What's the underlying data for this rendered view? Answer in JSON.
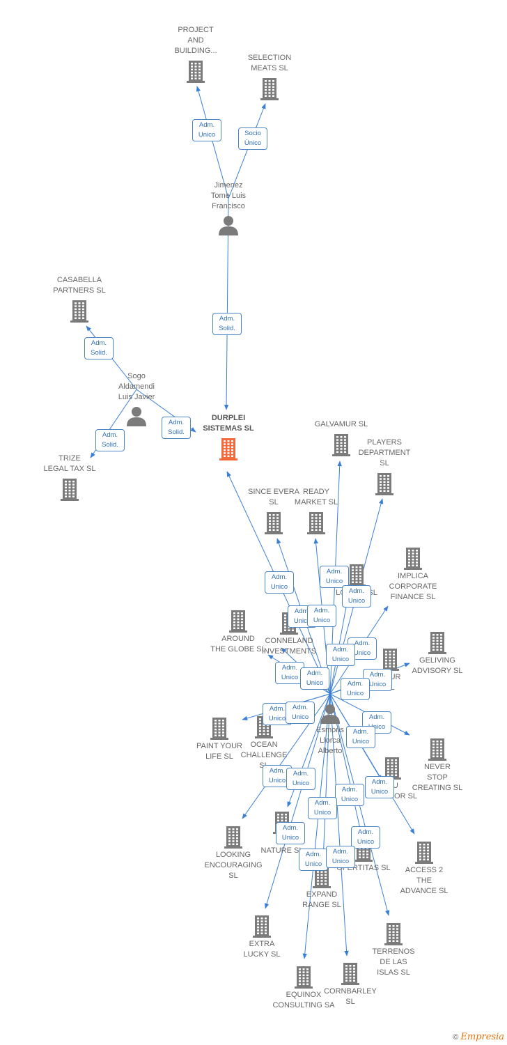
{
  "colors": {
    "line": "#3a7fd5",
    "building": "#7b7b7b",
    "building_main": "#f26a3b",
    "person": "#7b7b7b"
  },
  "footer": {
    "copyright": "©",
    "brand": "Empresia"
  },
  "nodes": [
    {
      "id": "project",
      "type": "company",
      "label": "PROJECT\nAND\nBUILDING..."
    },
    {
      "id": "selection",
      "type": "company",
      "label": "SELECTION\nMEATS  SL"
    },
    {
      "id": "jimenez",
      "type": "person",
      "label": "Jimenez\nTome Luis\nFrancisco"
    },
    {
      "id": "casabella",
      "type": "company",
      "label": "CASABELLA\nPARTNERS  SL"
    },
    {
      "id": "sogo",
      "type": "person",
      "label": "Sogo\nAldamendi\nLuis Javier"
    },
    {
      "id": "durplei",
      "type": "company",
      "main": true,
      "label": "DURPLEI\nSISTEMAS  SL"
    },
    {
      "id": "trize",
      "type": "company",
      "label": "TRIZE\nLEGAL TAX  SL"
    },
    {
      "id": "galvamur",
      "type": "company",
      "label": "GALVAMUR  SL"
    },
    {
      "id": "players",
      "type": "company",
      "label": "PLAYERS\nDEPARTMENT\nSL"
    },
    {
      "id": "sinceevera",
      "type": "company",
      "label": "SINCE EVERA\nSL"
    },
    {
      "id": "readymarket",
      "type": "company",
      "label": "READY\nMARKET  SL"
    },
    {
      "id": "implica",
      "type": "company",
      "label": "IMPLICA\nCORPORATE\nFINANCE  SL"
    },
    {
      "id": "followup",
      "type": "company",
      "label": "LOW UP  SL"
    },
    {
      "id": "aroundglobe",
      "type": "company",
      "label": "AROUND\nTHE GLOBE  SL"
    },
    {
      "id": "conneland",
      "type": "company",
      "label": "CONNELAND\nINVESTMENTS"
    },
    {
      "id": "geliving",
      "type": "company",
      "label": "GELIVING\nADVISORY  SL"
    },
    {
      "id": "tour",
      "type": "company",
      "label": "TOUR\nSL"
    },
    {
      "id": "esmoris",
      "type": "person",
      "label": "Esmoris\nLlorca\nAlberto"
    },
    {
      "id": "paintyourlife",
      "type": "company",
      "label": "PAINT YOUR\nLIFE  SL"
    },
    {
      "id": "oceanchallenge",
      "type": "company",
      "label": "OCEAN\nCHALLENGE\nSL"
    },
    {
      "id": "nevercreating",
      "type": "company",
      "label": "NEVER\nSTOP\nCREATING  SL"
    },
    {
      "id": "ganador",
      "type": "company",
      "label": "ITU\nGANADOR SL"
    },
    {
      "id": "looking",
      "type": "company",
      "label": "LOOKING\nENCOURAGING\nSL"
    },
    {
      "id": "nature",
      "type": "company",
      "label": "GL\nNATURE  SL"
    },
    {
      "id": "ofertitas",
      "type": "company",
      "label": "OFERTITAS  SL"
    },
    {
      "id": "access2",
      "type": "company",
      "label": "ACCESS 2\nTHE\nADVANCE  SL"
    },
    {
      "id": "expandrange",
      "type": "company",
      "label": "EXPAND\nRANGE  SL"
    },
    {
      "id": "extralucky",
      "type": "company",
      "label": "EXTRA\nLUCKY  SL"
    },
    {
      "id": "terrenos",
      "type": "company",
      "label": "TERRENOS\nDE LAS\nISLAS  SL"
    },
    {
      "id": "equinox",
      "type": "company",
      "label": "EQUINOX\nCONSULTING SA"
    },
    {
      "id": "cornbarley",
      "type": "company",
      "label": "CORNBARLEY\nSL"
    }
  ],
  "relations": [
    {
      "from": "jimenez",
      "to": "project",
      "role": "Adm.\nUnico"
    },
    {
      "from": "jimenez",
      "to": "selection",
      "role": "Socio\nÚnico"
    },
    {
      "from": "jimenez",
      "to": "durplei",
      "role": "Adm.\nSolid."
    },
    {
      "from": "sogo",
      "to": "casabella",
      "role": "Adm.\nSolid."
    },
    {
      "from": "sogo",
      "to": "durplei",
      "role": "Adm.\nSolid."
    },
    {
      "from": "sogo",
      "to": "trize",
      "role": "Adm.\nSolid."
    },
    {
      "from": "esmoris",
      "to": "durplei",
      "role": "Adm.\nUnico"
    },
    {
      "from": "esmoris",
      "to": "galvamur",
      "role": "Adm.\nUnico"
    },
    {
      "from": "esmoris",
      "to": "players",
      "role": "Adm.\nUnico"
    },
    {
      "from": "esmoris",
      "to": "sinceevera",
      "role": "Adm.\nUnico"
    },
    {
      "from": "esmoris",
      "to": "readymarket",
      "role": "Adm.\nUnico"
    },
    {
      "from": "esmoris",
      "to": "followup",
      "role": "Adm.\nUnico"
    },
    {
      "from": "esmoris",
      "to": "implica",
      "role": "Adm.\nUnico"
    },
    {
      "from": "esmoris",
      "to": "conneland",
      "role": "Adm.\nUnico"
    },
    {
      "from": "esmoris",
      "to": "aroundglobe",
      "role": "Adm.\nUnico"
    },
    {
      "from": "esmoris",
      "to": "geliving",
      "role": "Adm.\nUnico"
    },
    {
      "from": "esmoris",
      "to": "tour",
      "role": "Adm.\nUnico"
    },
    {
      "from": "esmoris",
      "to": "paintyourlife",
      "role": "Adm.\nUnico"
    },
    {
      "from": "esmoris",
      "to": "oceanchallenge",
      "role": "Adm.\nUnico"
    },
    {
      "from": "esmoris",
      "to": "nevercreating",
      "role": "Adm.\nUnico"
    },
    {
      "from": "esmoris",
      "to": "ganador",
      "role": "Adm.\nUnico"
    },
    {
      "from": "esmoris",
      "to": "looking",
      "role": "Adm.\nUnico"
    },
    {
      "from": "esmoris",
      "to": "nature",
      "role": "Adm.\nUnico"
    },
    {
      "from": "esmoris",
      "to": "ofertitas",
      "role": "Adm.\nUnico"
    },
    {
      "from": "esmoris",
      "to": "access2",
      "role": "Adm.\nUnico"
    },
    {
      "from": "esmoris",
      "to": "expandrange",
      "role": "Adm.\nUnico"
    },
    {
      "from": "esmoris",
      "to": "extralucky",
      "role": "Adm.\nUnico"
    },
    {
      "from": "esmoris",
      "to": "terrenos",
      "role": "Adm.\nUnico"
    },
    {
      "from": "esmoris",
      "to": "equinox",
      "role": "Adm.\nUnico"
    },
    {
      "from": "esmoris",
      "to": "cornbarley",
      "role": "Adm.\nUnico"
    }
  ]
}
